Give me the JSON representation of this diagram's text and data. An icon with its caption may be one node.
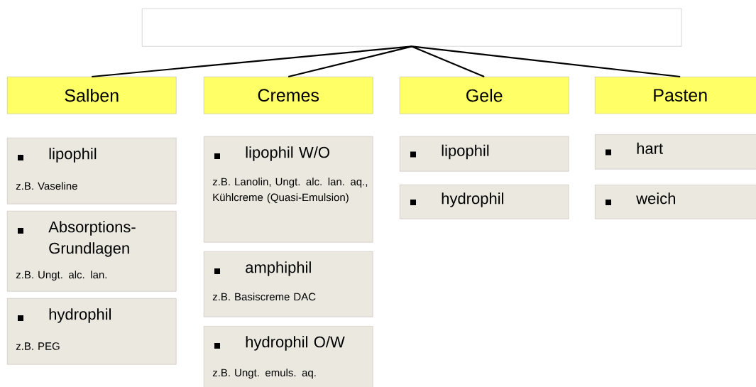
{
  "diagram": {
    "nodes": [
      {
        "text": [],
        "shape": "box"
      },
      {
        "text": [
          "Salben"
        ]
      },
      {
        "text": [
          "Cremes"
        ]
      },
      {
        "text": [
          "Gele"
        ]
      },
      {
        "text": [
          "Pasten"
        ]
      },
      {
        "text": [
          "lipophil",
          "z.B. Vaseline"
        ]
      },
      {
        "text": [
          "Absorptions-Grundlagen",
          "z.B. Ungt. alc. lan."
        ]
      },
      {
        "text": [
          "hydrophil",
          "z.B. PEG"
        ]
      },
      {
        "text": [
          "lipophil W/O",
          "z.B. Lanolin, Ungt. alc. lan. aq., Kühlcreme (Quasi-Emulsion)"
        ]
      },
      {
        "text": [
          "amphiphil",
          "z.B. Basiscreme DAC"
        ]
      },
      {
        "text": [
          "hydrophil O/W",
          "z.B. Ungt. emuls. aq."
        ]
      },
      {
        "text": [
          "lipophil"
        ]
      },
      {
        "text": [
          "hydrophil"
        ]
      },
      {
        "text": [
          "hart"
        ]
      },
      {
        "text": [
          "weich"
        ]
      }
    ],
    "edges": [
      {
        "from": 0,
        "to": 1,
        "arrow": "none"
      },
      {
        "from": 0,
        "to": 2,
        "arrow": "none"
      },
      {
        "from": 0,
        "to": 3,
        "arrow": "none"
      },
      {
        "from": 0,
        "to": 4,
        "arrow": "none"
      }
    ]
  }
}
